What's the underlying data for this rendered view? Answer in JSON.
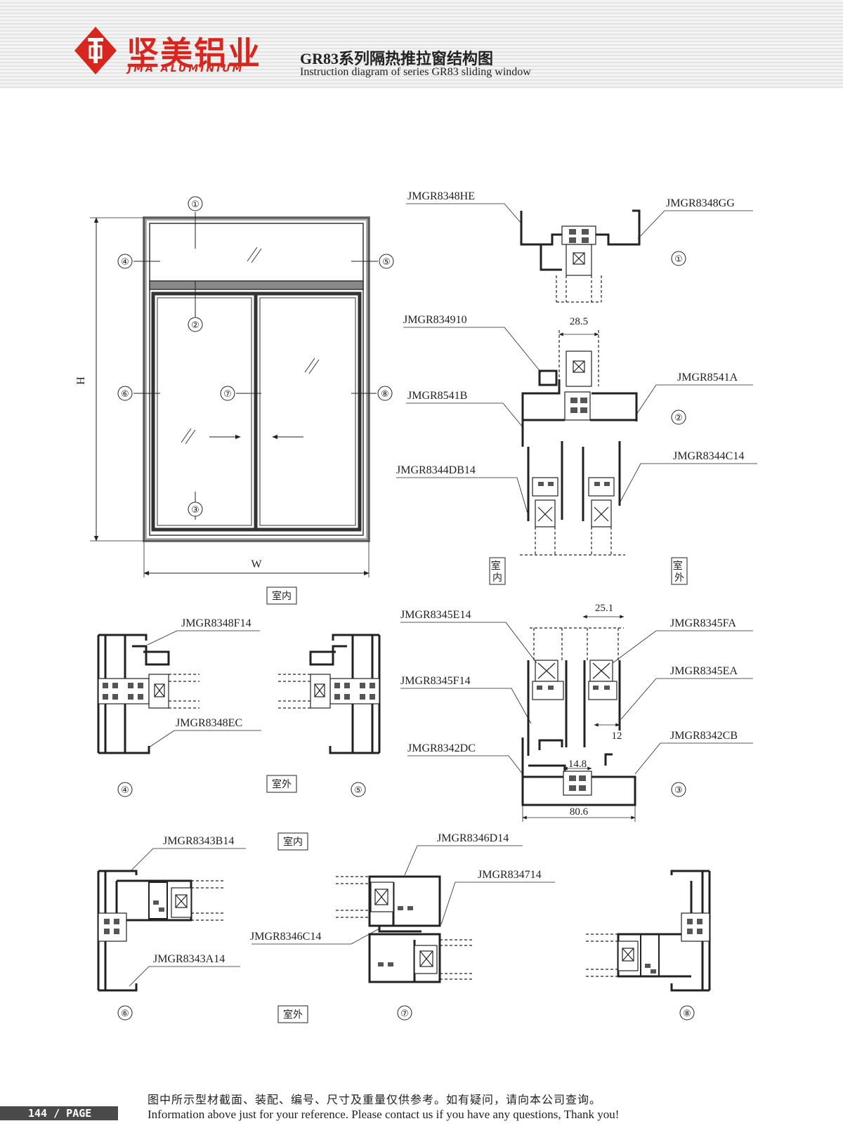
{
  "header": {
    "brand_cn": "坚美铝业",
    "brand_en": "JMA ALUMINIUM",
    "title_cn": "GR83系列隔热推拉窗结构图",
    "title_en": "Instruction diagram of series GR83 sliding window",
    "brand_color": "#d8261f"
  },
  "elevation": {
    "height_label": "H",
    "width_label": "W",
    "markers": [
      "①",
      "②",
      "③",
      "④",
      "⑤",
      "⑥",
      "⑦",
      "⑧"
    ],
    "indoor_label": "室内"
  },
  "section1": {
    "left_code": "JMGR8348HE",
    "right_code": "JMGR8348GG",
    "marker": "①"
  },
  "section2": {
    "codes": [
      "JMGR834910",
      "JMGR8541B",
      "JMGR8541A",
      "JMGR8344DB14",
      "JMGR8344C14"
    ],
    "dimension": "28.5",
    "marker": "②",
    "indoor_label": "室内",
    "outdoor_label": "室外"
  },
  "section3": {
    "codes": [
      "JMGR8345E14",
      "JMGR8345FA",
      "JMGR8345F14",
      "JMGR8345EA",
      "JMGR8342DC",
      "JMGR8342CB"
    ],
    "dimensions": [
      "25.1",
      "12",
      "14.8",
      "80.6"
    ],
    "marker": "③"
  },
  "section4": {
    "codes": [
      "JMGR8348F14",
      "JMGR8348EC"
    ],
    "marker": "④"
  },
  "section5": {
    "marker": "⑤",
    "outdoor_label": "室外"
  },
  "section6": {
    "codes": [
      "JMGR8343B14",
      "JMGR8343A14"
    ],
    "marker": "⑥",
    "indoor_label": "室内"
  },
  "section7": {
    "codes": [
      "JMGR8346D14",
      "JMGR834714",
      "JMGR8346C14"
    ],
    "marker": "⑦",
    "outdoor_label": "室外"
  },
  "section8": {
    "marker": "⑧"
  },
  "footer": {
    "page": "144 / PAGE",
    "note_cn": "图中所示型材截面、装配、编号、尺寸及重量仅供参考。如有疑问，请向本公司查询。",
    "note_en": "Information above just for your reference. Please contact us if you have any questions, Thank you!"
  }
}
